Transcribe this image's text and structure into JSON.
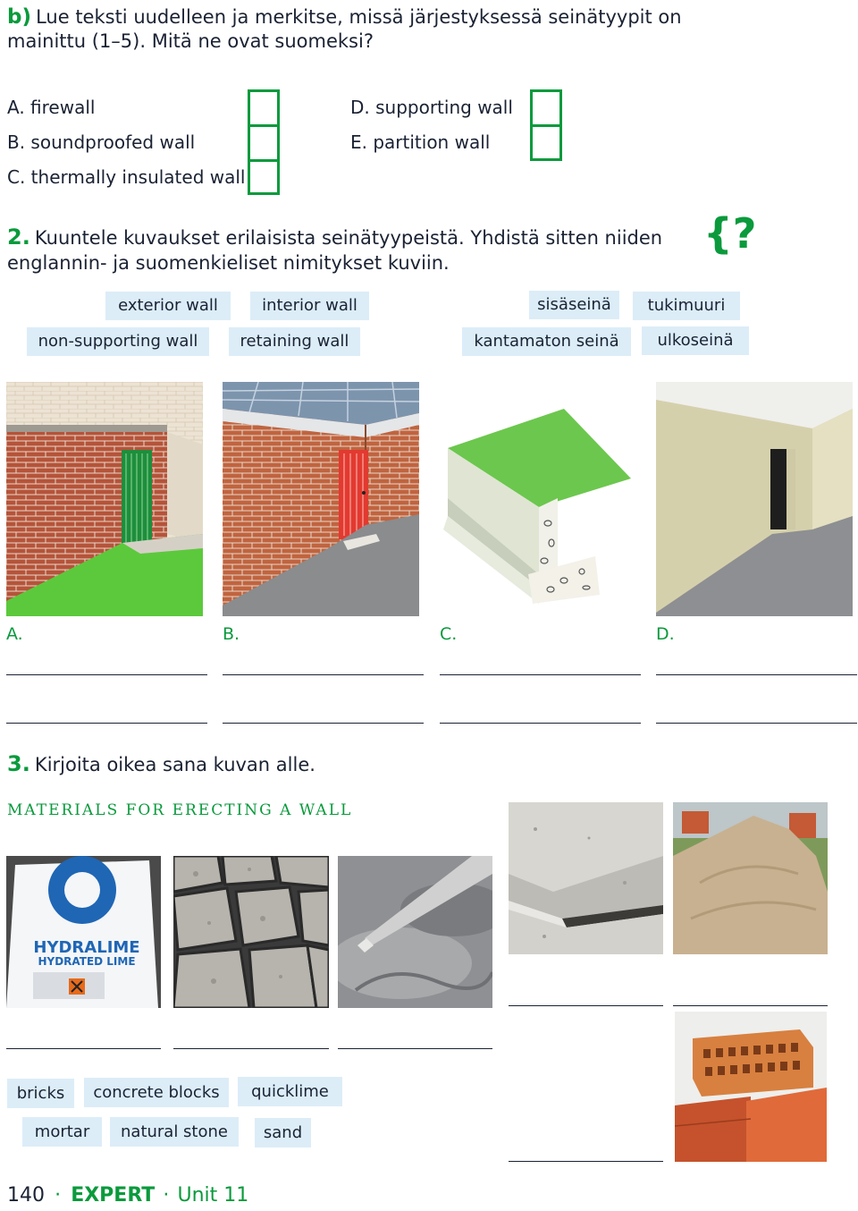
{
  "taskB": {
    "letter": "b)",
    "instruction": "Lue teksti uudelleen ja merkitse, missä järjestyksessä seinätyypit on mainittu (1–5). Mitä ne ovat suomeksi?",
    "options": [
      {
        "label": "A. firewall"
      },
      {
        "label": "B. soundproofed wall"
      },
      {
        "label": "C. thermally insulated wall"
      },
      {
        "label": "D. supporting wall"
      },
      {
        "label": "E. partition wall"
      }
    ]
  },
  "task2": {
    "number": "2.",
    "instruction": "Kuuntele kuvaukset erilaisista seinätyypeistä. Yhdistä sitten niiden englannin- ja suomenkieliset nimitykset kuviin.",
    "listen_icon": "{?",
    "chips": [
      "exterior wall",
      "interior wall",
      "non-supporting wall",
      "retaining wall",
      "sisäseinä",
      "tukimuuri",
      "kantamaton seinä",
      "ulkoseinä"
    ],
    "image_labels": [
      "A.",
      "B.",
      "C.",
      "D."
    ]
  },
  "task3": {
    "number": "3.",
    "instruction": "Kirjoita oikea sana kuvan alle.",
    "section_title": "MATERIALS FOR ERECTING A WALL",
    "bag_text_1": "HYDRALIME",
    "bag_text_2": "HYDRATED LIME",
    "chips": [
      "bricks",
      "concrete blocks",
      "quicklime",
      "mortar",
      "natural stone",
      "sand"
    ]
  },
  "footer": {
    "page": "140",
    "sep1": "·",
    "brand": "EXPERT",
    "sep2": "·",
    "unit": "Unit 11"
  },
  "colors": {
    "accent_green": "#0a9a3c",
    "chip_blue": "#dcedf8",
    "brick": "#b5543a"
  }
}
